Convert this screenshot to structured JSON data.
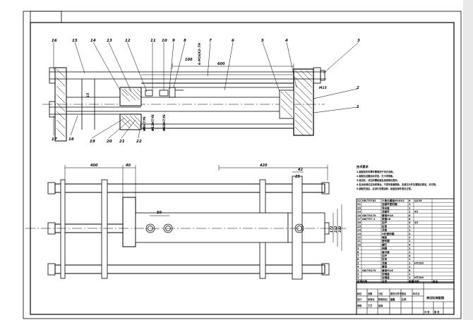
{
  "drawing": {
    "part_labels": [
      "16",
      "15",
      "14",
      "13",
      "12",
      "11",
      "10",
      "9",
      "8",
      "7",
      "6",
      "5",
      "4",
      "3",
      "2",
      "1",
      "17",
      "18",
      "19",
      "20",
      "21",
      "22"
    ],
    "dimensions": {
      "top_length": "600",
      "top_small": "100",
      "top_thread_a": "6-M16X2-7H",
      "top_vertical_a": "Φ8H7/f6",
      "top_vertical_b": "Φ12H7/f6",
      "top_vertical_c": "Φ60H7/f6",
      "top_ref": "15",
      "top_m": "M15",
      "plan_left": "400",
      "plan_mid": "40",
      "plan_right": "420",
      "plan_right_small": "42",
      "plan_small": "25",
      "plan_hole": "50",
      "plan_v_a": "172",
      "plan_v_b": "232",
      "plan_v_c": "332"
    },
    "notes": {
      "heading": "技术要求",
      "lines": [
        "1.装配前所有零件需清洗干净去毛刺。",
        "2.装配后活塞运动灵活，无卡滞现象。",
        "3.液压缸，试压前需检查各连接部位密封。",
        "4.各运动部位应加润滑油，不得有渗漏现象，各液压元件及管路应清洁，无污物。",
        "5.装配完成后，应进行空载运转，检查各部件是否正常。"
      ]
    },
    "bom_rows": [
      [
        "22",
        "GB/T5782",
        "六角头螺栓M16X2",
        "6",
        "Q235",
        ""
      ],
      [
        "21",
        "",
        "活塞杆密封圈",
        "1",
        "",
        ""
      ],
      [
        "20",
        "",
        "导向套",
        "1",
        "",
        ""
      ],
      [
        "19",
        "",
        "活塞杆",
        "1",
        "45",
        ""
      ],
      [
        "18",
        "GB/T6170",
        "螺母M16",
        "6",
        "",
        ""
      ],
      [
        "17",
        "GB/T97.1",
        "垫圈16",
        "6",
        "",
        ""
      ],
      [
        "16",
        "",
        "拉杆",
        "4",
        "45",
        ""
      ],
      [
        "15",
        "",
        "缸筒",
        "1",
        "",
        ""
      ],
      [
        "14",
        "",
        "活塞",
        "1",
        "",
        ""
      ],
      [
        "13",
        "",
        "O形密封圈",
        "2",
        "",
        ""
      ],
      [
        "12",
        "",
        "端盖",
        "1",
        "",
        ""
      ],
      [
        "11",
        "",
        "密封圈",
        "1",
        "",
        ""
      ],
      [
        "10",
        "",
        "螺钉",
        "4",
        "",
        ""
      ],
      [
        "9",
        "",
        "挡圈",
        "1",
        "",
        ""
      ],
      [
        "8",
        "",
        "缓冲套",
        "1",
        "",
        ""
      ],
      [
        "7",
        "",
        "拉杆",
        "4",
        "",
        ""
      ],
      [
        "6",
        "",
        "缸体",
        "1",
        "",
        ""
      ],
      [
        "5",
        "",
        "活塞",
        "1",
        "HT200",
        ""
      ],
      [
        "4",
        "",
        "螺母",
        "1",
        "",
        ""
      ],
      [
        "3",
        "GB/T6170",
        "螺母M16",
        "8",
        "",
        ""
      ],
      [
        "2",
        "",
        "前端盖",
        "1",
        "",
        ""
      ],
      [
        "1",
        "",
        "后端盖",
        "1",
        "HT200",
        ""
      ]
    ],
    "bom_header": [
      "序号",
      "代号",
      "名称",
      "数量",
      "材料",
      "备注"
    ],
    "title_block": {
      "drawing_name": "液压缸装配图",
      "labels": [
        "标记",
        "处数",
        "分区",
        "更改文件号",
        "签名",
        "年月日",
        "设计",
        "标准化",
        "阶段标记",
        "重量",
        "比例",
        "审核",
        "工艺",
        "批准",
        "共 张",
        "第 张"
      ]
    }
  }
}
